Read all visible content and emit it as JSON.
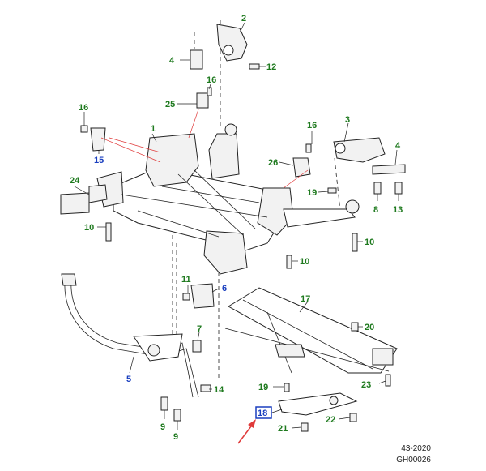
{
  "callouts": {
    "c1": "1",
    "c2": "2",
    "c3": "3",
    "c4a": "4",
    "c4b": "4",
    "c5": "5",
    "c6": "6",
    "c7": "7",
    "c8": "8",
    "c9a": "9",
    "c9b": "9",
    "c10a": "10",
    "c10b": "10",
    "c10c": "10",
    "c11": "11",
    "c12": "12",
    "c13": "13",
    "c14": "14",
    "c15": "15",
    "c16a": "16",
    "c16b": "16",
    "c16c": "16",
    "c17": "17",
    "c18": "18",
    "c19a": "19",
    "c19b": "19",
    "c20": "20",
    "c21": "21",
    "c22": "22",
    "c23": "23",
    "c24": "24",
    "c25": "25",
    "c26": "26"
  },
  "footer": {
    "code": "43-2020",
    "ref": "GH00026"
  },
  "colors": {
    "callout_green": "#1f7a1f",
    "callout_blue": "#1a3fbf",
    "highlight_box": "#1a3fbf",
    "arrow": "#e03a3a"
  }
}
